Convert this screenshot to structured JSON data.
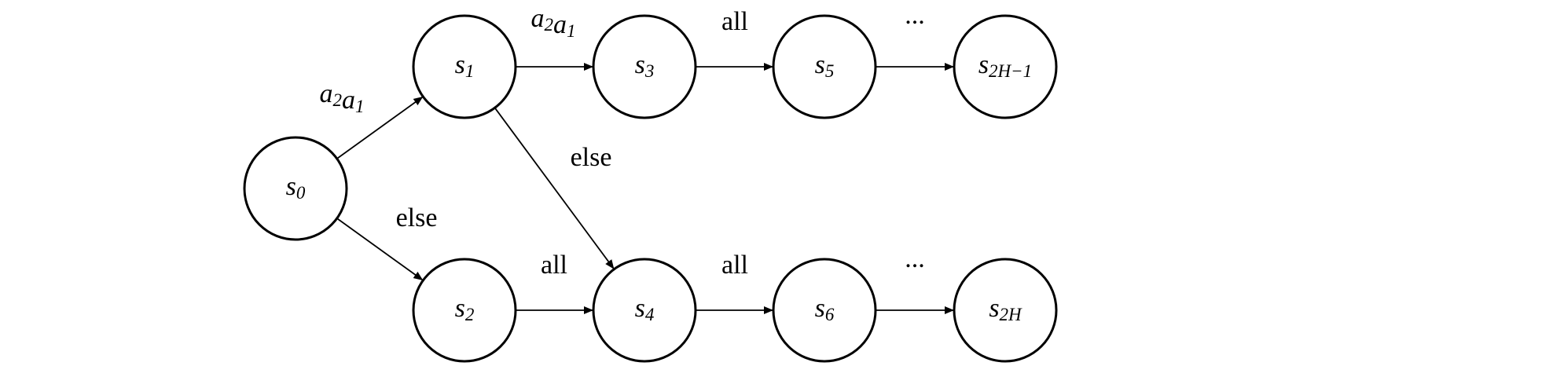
{
  "diagram": {
    "nodes": [
      {
        "id": "s0",
        "base": "s",
        "sub": "0"
      },
      {
        "id": "s1",
        "base": "s",
        "sub": "1"
      },
      {
        "id": "s2",
        "base": "s",
        "sub": "2"
      },
      {
        "id": "s3",
        "base": "s",
        "sub": "3"
      },
      {
        "id": "s4",
        "base": "s",
        "sub": "4"
      },
      {
        "id": "s5",
        "base": "s",
        "sub": "5"
      },
      {
        "id": "s6",
        "base": "s",
        "sub": "6"
      },
      {
        "id": "s2H-1",
        "base": "s",
        "sub": "2H−1"
      },
      {
        "id": "s2H",
        "base": "s",
        "sub": "2H"
      }
    ],
    "edges": [
      {
        "id": "e-s0-s1",
        "from": "s0",
        "to": "s1",
        "label": {
          "kind": "math",
          "parts": [
            {
              "base": "a",
              "sub": "2"
            },
            {
              "base": "a",
              "sub": "1"
            }
          ]
        }
      },
      {
        "id": "e-s0-s2",
        "from": "s0",
        "to": "s2",
        "label": {
          "kind": "text",
          "text": "else"
        }
      },
      {
        "id": "e-s1-s3",
        "from": "s1",
        "to": "s3",
        "label": {
          "kind": "math",
          "parts": [
            {
              "base": "a",
              "sub": "2"
            },
            {
              "base": "a",
              "sub": "1"
            }
          ]
        }
      },
      {
        "id": "e-s1-s4",
        "from": "s1",
        "to": "s4",
        "label": {
          "kind": "text",
          "text": "else"
        }
      },
      {
        "id": "e-s2-s4",
        "from": "s2",
        "to": "s4",
        "label": {
          "kind": "text",
          "text": "all"
        }
      },
      {
        "id": "e-s3-s5",
        "from": "s3",
        "to": "s5",
        "label": {
          "kind": "text",
          "text": "all"
        }
      },
      {
        "id": "e-s4-s6",
        "from": "s4",
        "to": "s6",
        "label": {
          "kind": "text",
          "text": "all"
        }
      },
      {
        "id": "e-s5-s2H-1",
        "from": "s5",
        "to": "s2H-1",
        "label": {
          "kind": "text",
          "text": "..."
        }
      },
      {
        "id": "e-s6-s2H",
        "from": "s6",
        "to": "s2H",
        "label": {
          "kind": "text",
          "text": "..."
        }
      }
    ]
  }
}
